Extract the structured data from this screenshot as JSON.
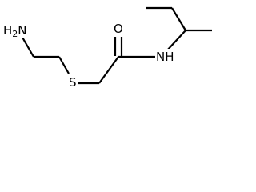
{
  "molecule": {
    "atom_labels": {
      "amine": "H2N",
      "sulfur": "S",
      "oxygen": "O",
      "amide_nh": "NH"
    },
    "colors": {
      "bond": "#000000",
      "label": "#000000",
      "background": "#ffffff"
    }
  }
}
